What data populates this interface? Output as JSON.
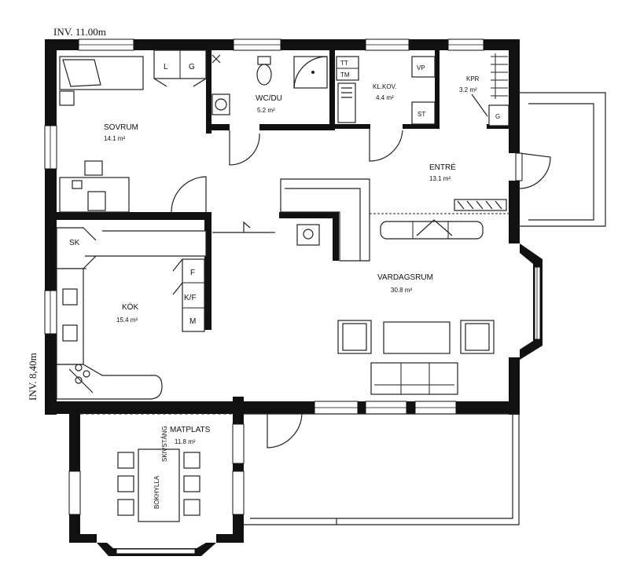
{
  "plan": {
    "dims": {
      "width": "INV. 11.00m",
      "depth": "INV. 8,40m"
    },
    "rooms": [
      {
        "id": "sovrum",
        "name": "SOVRUM",
        "area": "14.1 m²"
      },
      {
        "id": "wcdu",
        "name": "WC/DU",
        "area": "5.2 m²"
      },
      {
        "id": "klkov",
        "name": "KL.KOV.",
        "area": "4.4 m²"
      },
      {
        "id": "kpr",
        "name": "KPR",
        "area": "3.2 m²"
      },
      {
        "id": "entre",
        "name": "ENTRÉ",
        "area": "13.1 m²"
      },
      {
        "id": "vardagsrum",
        "name": "VARDAGSRUM",
        "area": "30.8 m²"
      },
      {
        "id": "kok",
        "name": "KÖK",
        "area": "15.4 m²"
      },
      {
        "id": "matplats",
        "name": "MATPLATS",
        "area": "11.8 m²"
      }
    ],
    "fixtures": {
      "l": "L",
      "g": "G",
      "tt": "TT",
      "tm": "TM",
      "vp": "VP",
      "st": "ST",
      "g2": "G",
      "sk": "SK",
      "f": "F",
      "kf": "K/F",
      "m": "M",
      "bokhylla": "BOKHYLLA",
      "skivstang": "SKIVSTÅNG"
    }
  }
}
